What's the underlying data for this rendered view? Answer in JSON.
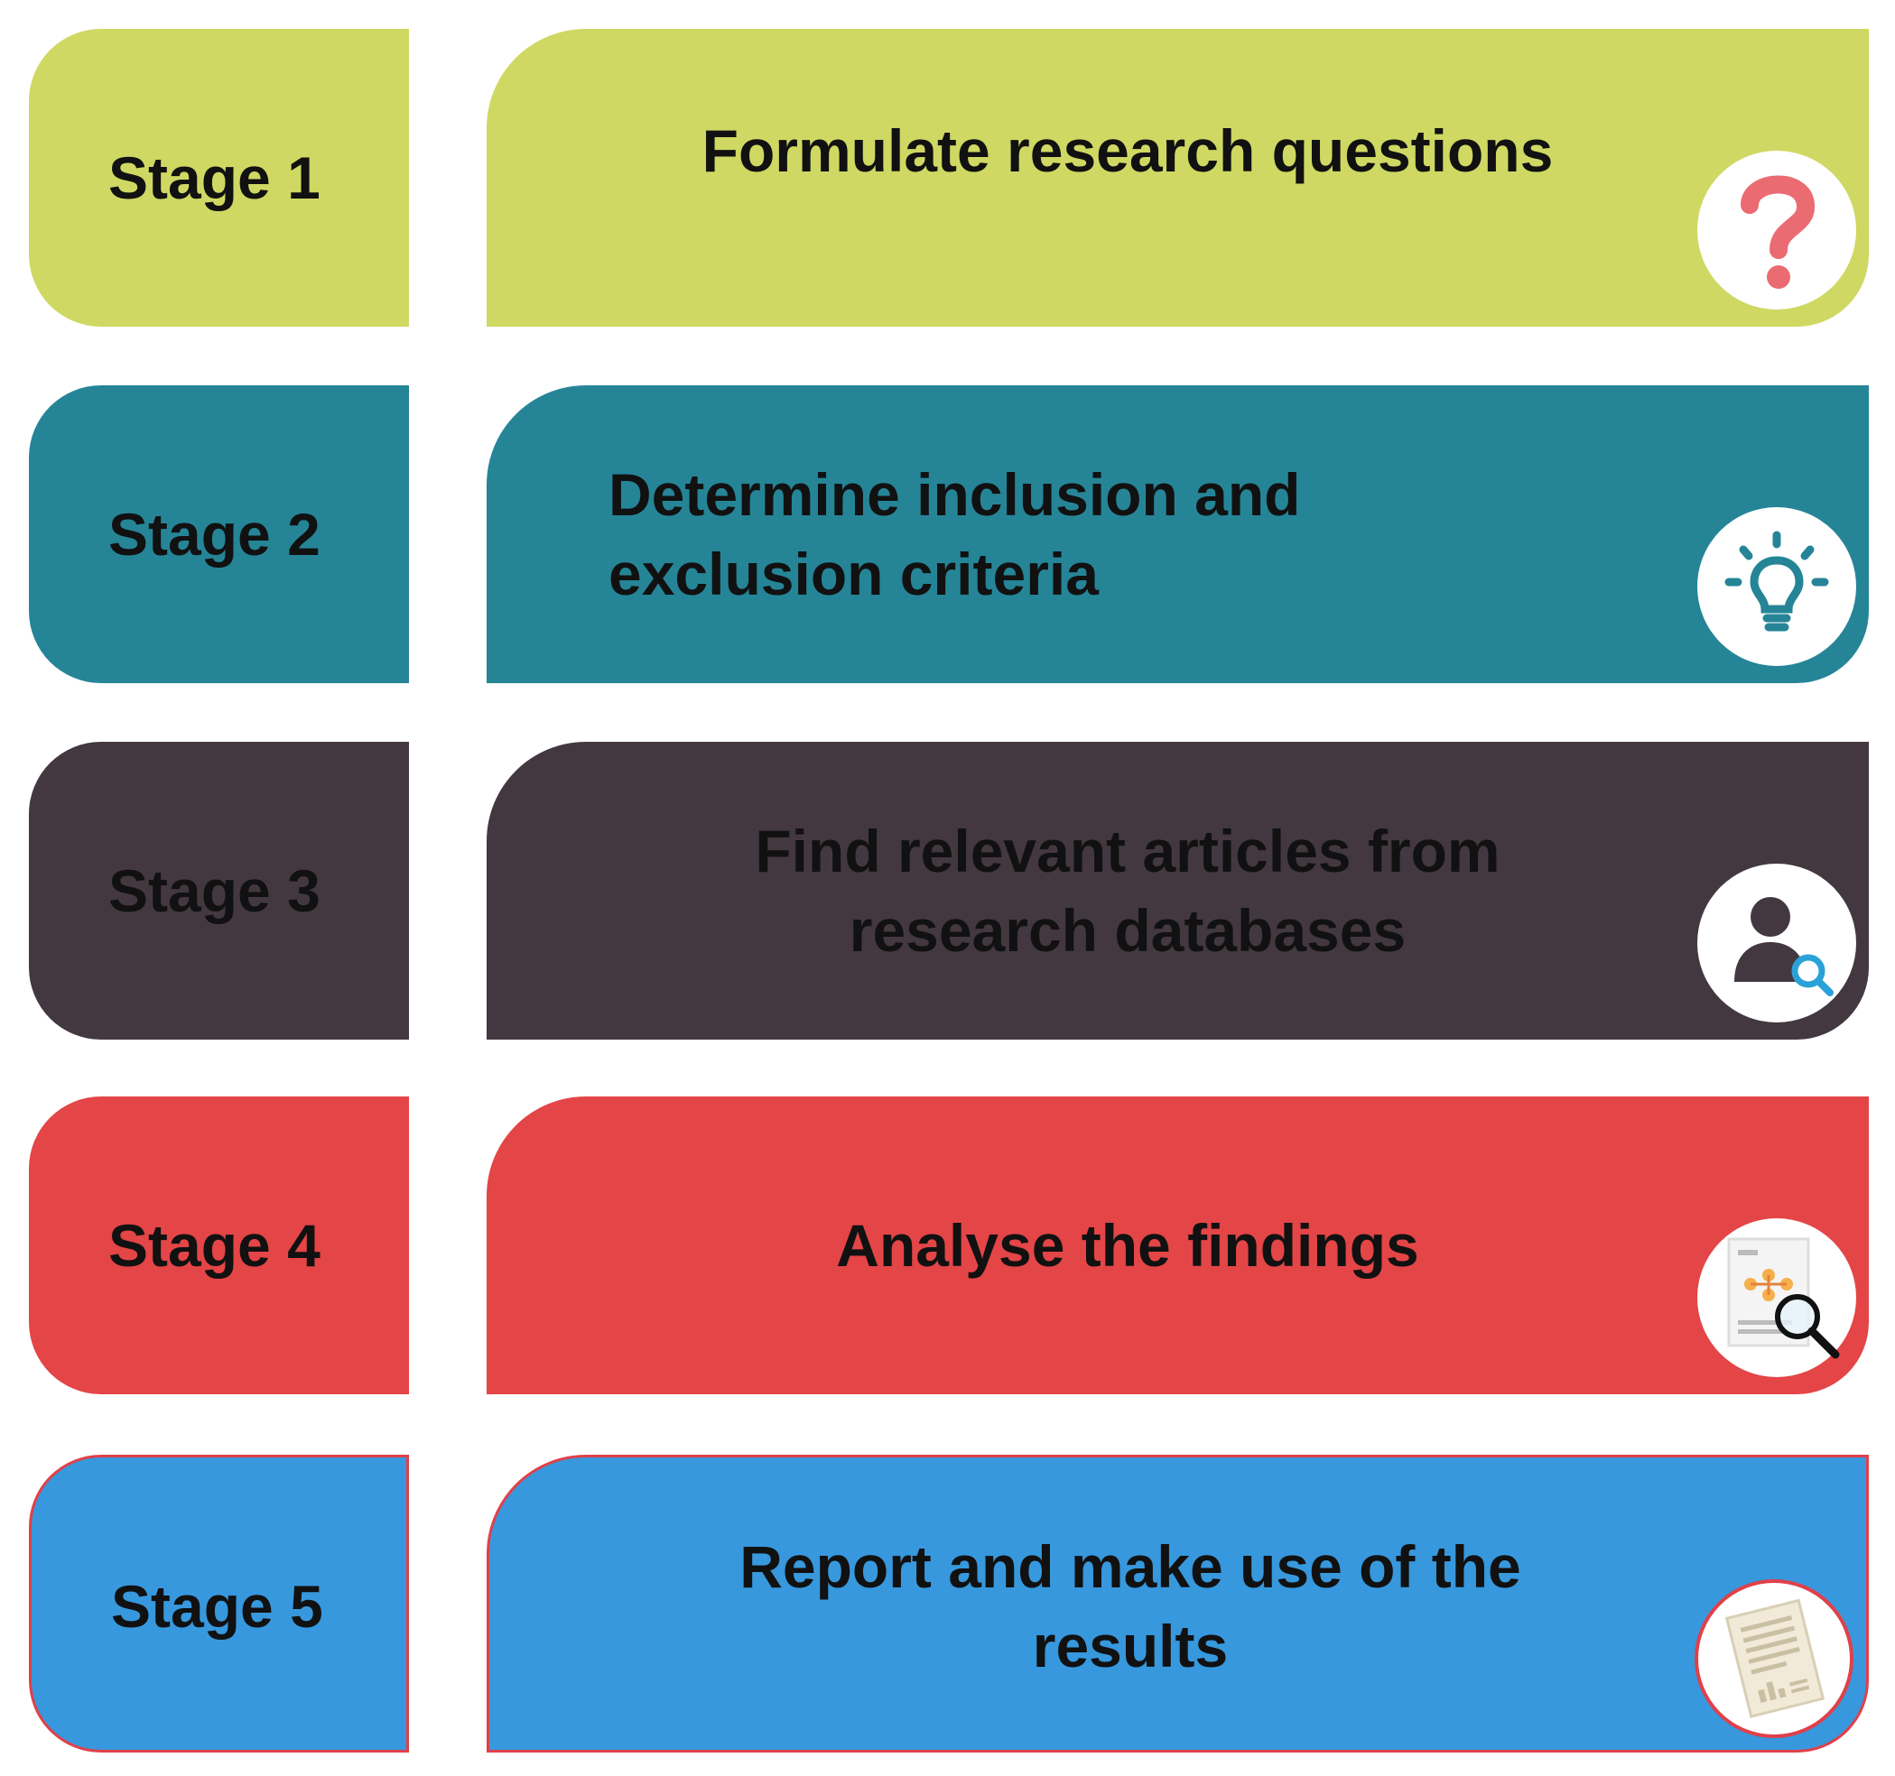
{
  "colors": {
    "stage1": "#cfd862",
    "stage2": "#258597",
    "stage3": "#433840",
    "stage4": "#e44547",
    "stage5": "#3798dd",
    "stage5_border": "#e0404a"
  },
  "stages": [
    {
      "label": "Stage 1",
      "lines": [
        "Formulate research questions"
      ],
      "icon": "question-mark-icon"
    },
    {
      "label": "Stage 2",
      "lines": [
        "Determine inclusion and",
        "exclusion criteria"
      ],
      "icon": "lightbulb-icon"
    },
    {
      "label": "Stage 3",
      "lines": [
        "Find relevant articles from",
        "research databases"
      ],
      "icon": "user-search-icon"
    },
    {
      "label": "Stage 4",
      "lines": [
        "Analyse the findings"
      ],
      "icon": "document-analysis-icon"
    },
    {
      "label": "Stage 5",
      "lines": [
        "Report and make use of the",
        "results"
      ],
      "icon": "report-document-icon"
    }
  ]
}
